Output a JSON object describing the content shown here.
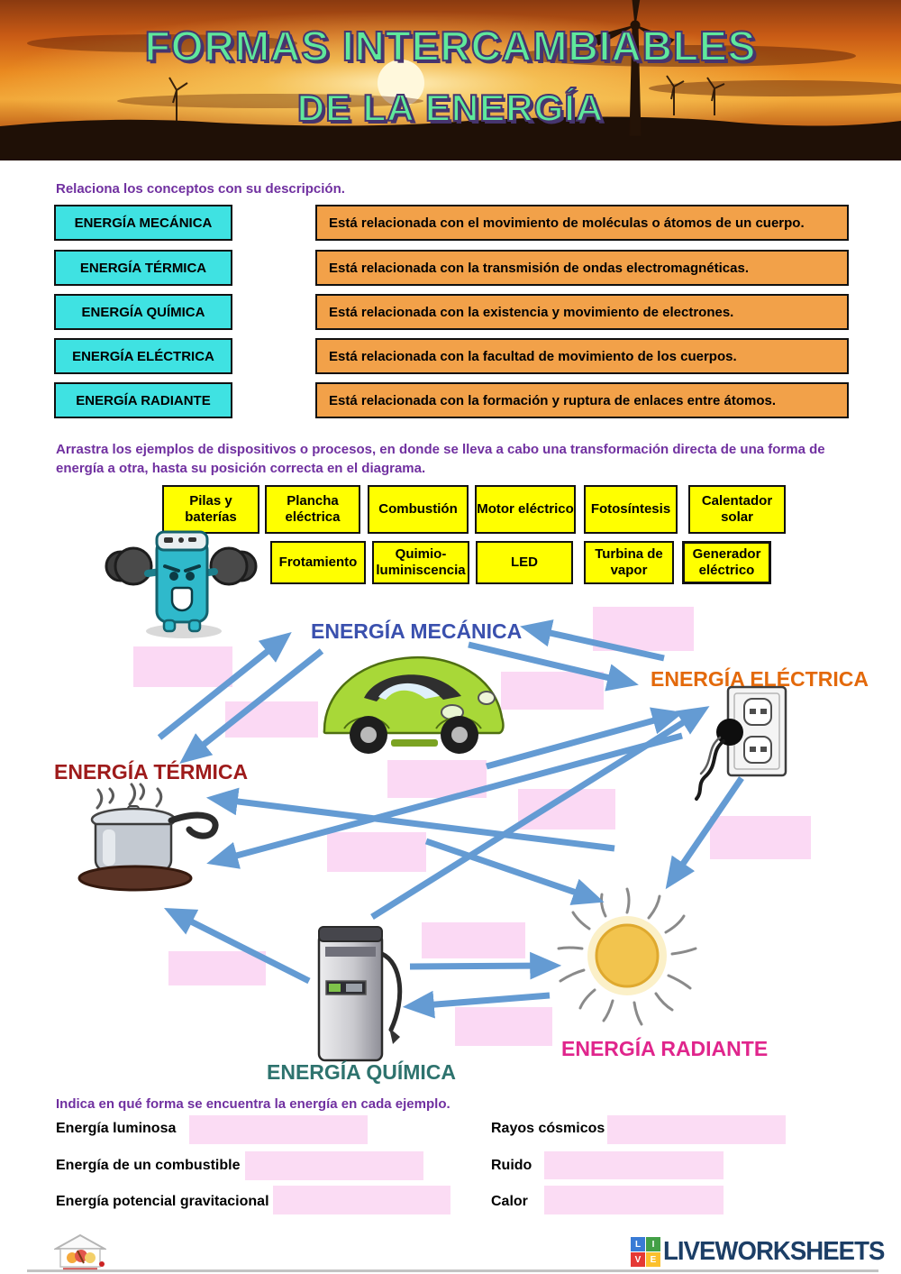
{
  "header": {
    "title_line1": "FORMAS INTERCAMBIABLES",
    "title_line2": "DE LA ENERGÍA"
  },
  "match": {
    "instruction": "Relaciona los conceptos con su descripción.",
    "concepts": [
      "ENERGÍA MECÁNICA",
      "ENERGÍA TÉRMICA",
      "ENERGÍA QUÍMICA",
      "ENERGÍA ELÉCTRICA",
      "ENERGÍA RADIANTE"
    ],
    "descriptions": [
      "Está relacionada con el movimiento de moléculas o átomos de un cuerpo.",
      "Está relacionada con la transmisión de ondas electromagnéticas.",
      "Está relacionada con la existencia y movimiento de electrones.",
      "Está relacionada con la facultad de movimiento de los cuerpos.",
      "Está relacionada con la formación y ruptura de enlaces entre átomos."
    ]
  },
  "drag": {
    "instruction": "Arrastra los ejemplos de dispositivos o procesos, en donde se lleva a cabo una transformación directa de una forma de energía a otra, hasta su posición correcta en el diagrama.",
    "chips_row1": [
      "Pilas y baterías",
      "Plancha eléctrica",
      "Combustión",
      "Motor eléctrico",
      "Fotosíntesis",
      "Calentador solar"
    ],
    "chips_row2": [
      "Frotamiento",
      "Quimio-luminiscencia",
      "LED",
      "Turbina de vapor",
      "Generador eléctrico"
    ],
    "nodes": {
      "mecanica": "ENERGÍA MECÁNICA",
      "electrica": "ENERGÍA ELÉCTRICA",
      "termica": "ENERGÍA TÉRMICA",
      "quimica": "ENERGÍA QUÍMICA",
      "radiante": "ENERGÍA RADIANTE"
    },
    "images": [
      "battery-weightlifter",
      "green-beetle-car",
      "steaming-pot",
      "wall-outlet-with-plug",
      "gas-pump",
      "sun"
    ]
  },
  "fill": {
    "instruction": "Indica en qué forma se encuentra la energía en cada ejemplo.",
    "left": [
      "Energía luminosa",
      "Energía de un combustible",
      "Energía potencial gravitacional"
    ],
    "right": [
      "Rayos cósmicos",
      "Ruido",
      "Calor"
    ]
  },
  "footer": {
    "brand": "LIVEWORKSHEETS",
    "blocks": [
      "L",
      "I",
      "V",
      "E"
    ]
  },
  "colors": {
    "title_green": "#5fe89c",
    "title_outline": "#46356e",
    "instruction_purple": "#7030a0",
    "concept_cyan": "#3fe2e2",
    "description_orange": "#f2a149",
    "chip_yellow": "#ffff00",
    "dropzone_pink": "#fbd9f4",
    "arrow_blue": "#649bd3",
    "mecanica_blue": "#3a50ae",
    "electrica_orange": "#e3690b",
    "termica_darkred": "#9e1b1b",
    "quimica_teal": "#2e736e",
    "radiante_magenta": "#e0258c",
    "brand_navy": "#1c3e66"
  }
}
